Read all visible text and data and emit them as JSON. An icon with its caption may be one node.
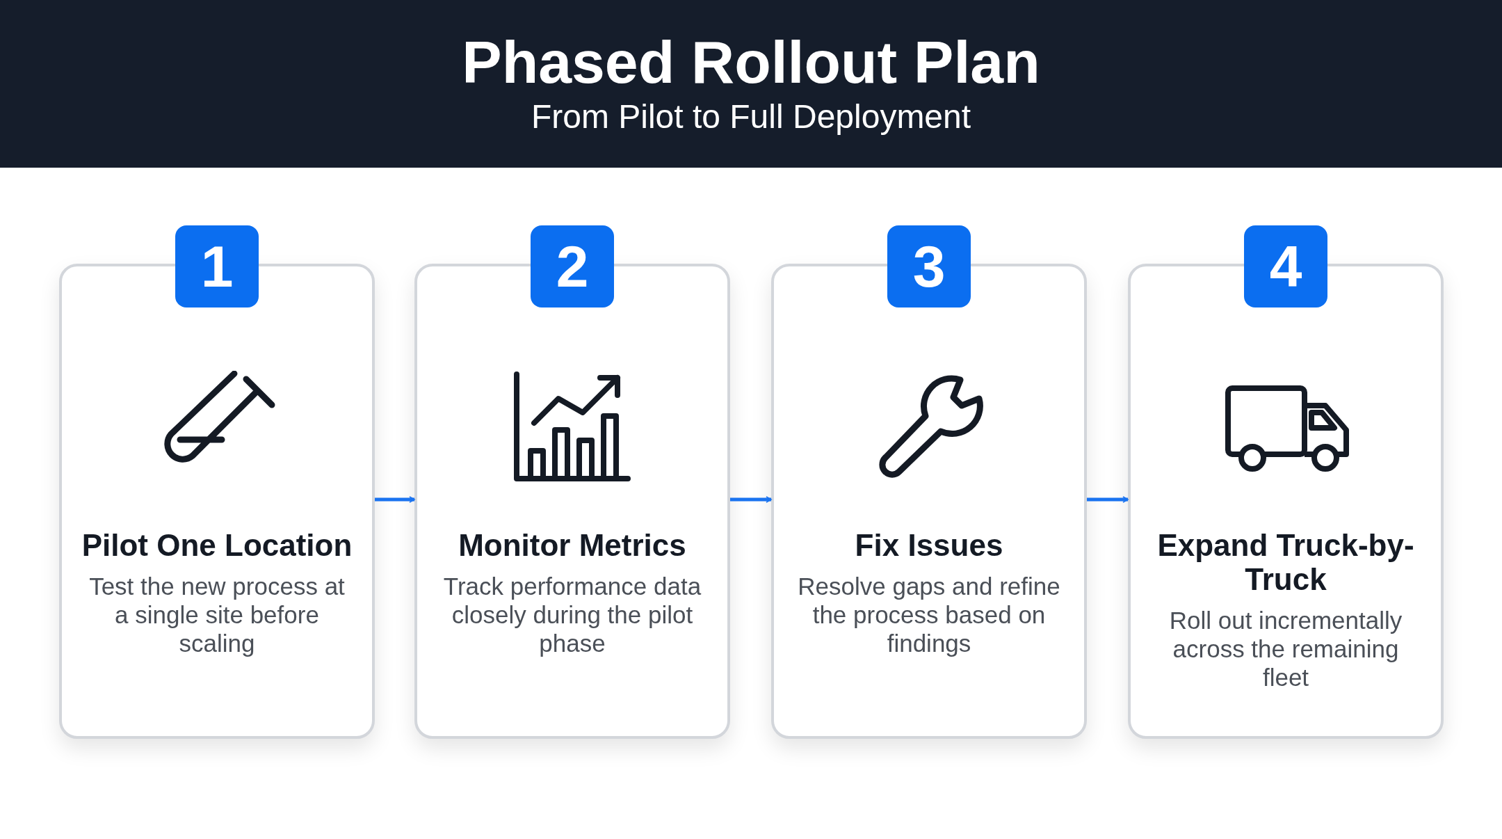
{
  "diagram": {
    "title": "Phased Rollout Plan",
    "nodes": [
      {
        "text": [
          "1",
          "Pilot One Location",
          "Test the new process at a single site before scaling"
        ]
      },
      {
        "text": [
          "2",
          "Monitor Metrics",
          "Track performance data closely during the pilot phase"
        ]
      },
      {
        "text": [
          "3",
          "Fix Issues",
          "Resolve gaps and refine the process based on findings"
        ]
      },
      {
        "text": [
          "4",
          "Expand Truck-by-Truck",
          "Roll out incrementally across the remaining fleet"
        ]
      }
    ],
    "edges": [
      {
        "from": 0,
        "to": 1,
        "arrow": "to"
      },
      {
        "from": 1,
        "to": 2,
        "arrow": "to"
      },
      {
        "from": 2,
        "to": 3,
        "arrow": "to"
      }
    ],
    "labels": [
      "From Pilot to Full Deployment"
    ]
  }
}
